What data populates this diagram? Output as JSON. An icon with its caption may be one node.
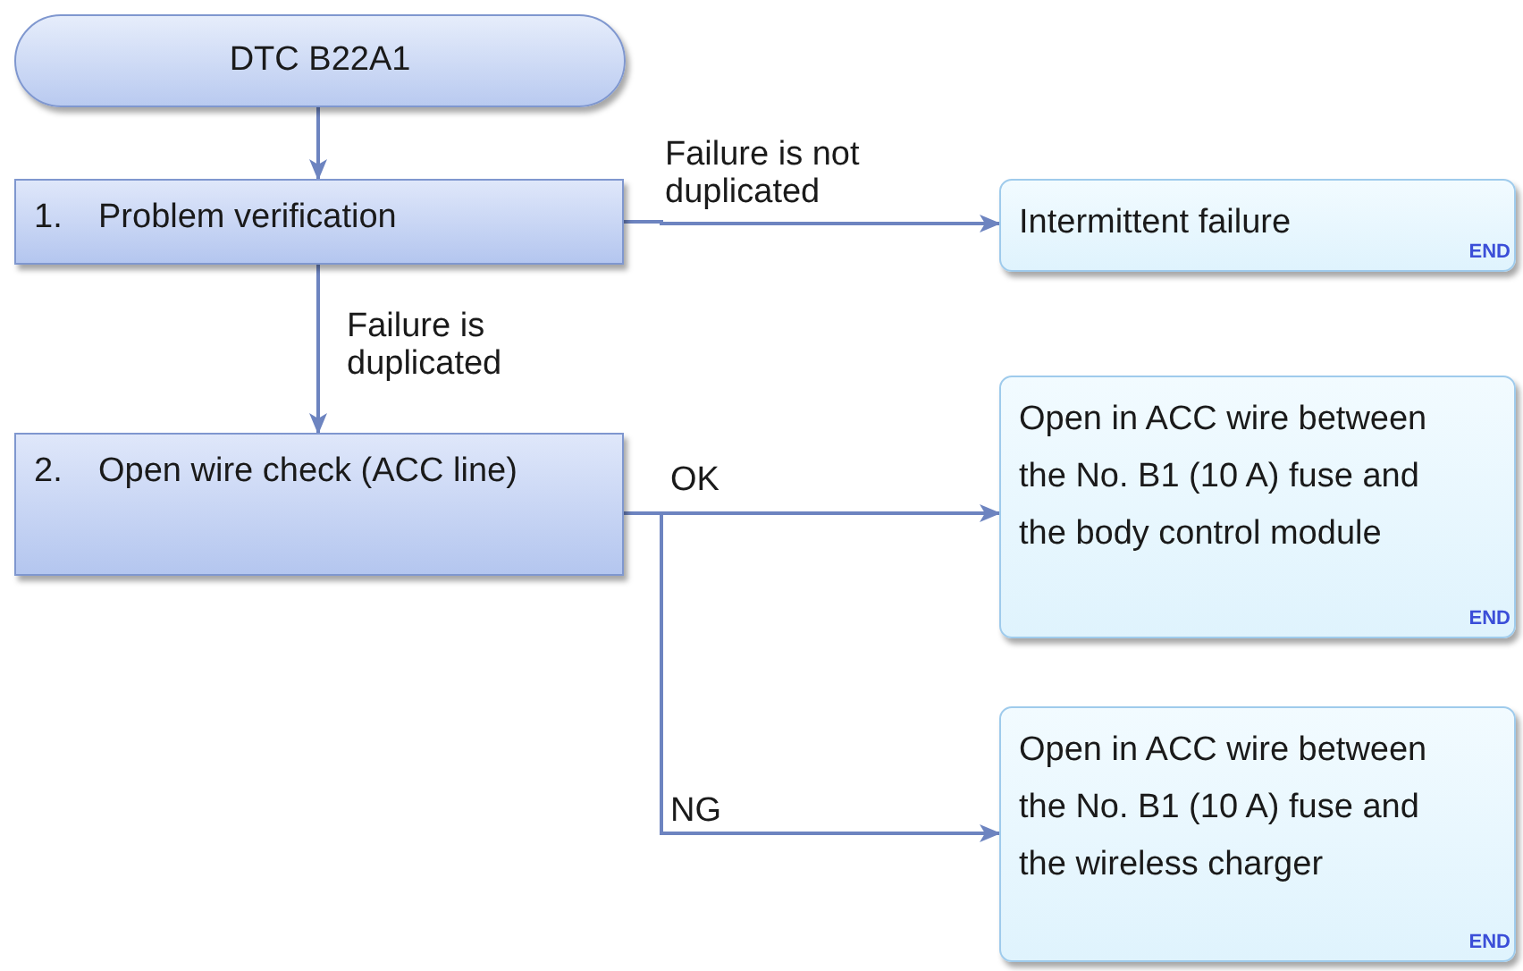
{
  "diagram": {
    "nodes": [
      {
        "text": [
          "DTC B22A1"
        ]
      },
      {
        "text": [
          "1.",
          "Problem verification"
        ]
      },
      {
        "text": [
          "2.",
          "Open wire check (ACC line)"
        ]
      },
      {
        "text": [
          "Intermittent failure",
          "END"
        ]
      },
      {
        "text": [
          "Open in ACC wire between the No. B1 (10 A) fuse and the body control module",
          "END"
        ]
      },
      {
        "text": [
          "Open in ACC wire between the No. B1 (10 A) fuse and the wireless charger",
          "END"
        ]
      }
    ],
    "edges": [
      {
        "from": 0,
        "to": 1,
        "arrow": "to"
      },
      {
        "from": 1,
        "to": 3,
        "arrow": "to",
        "label": "Failure is not duplicated"
      },
      {
        "from": 1,
        "to": 2,
        "arrow": "to",
        "label": "Failure is duplicated"
      },
      {
        "from": 2,
        "to": 4,
        "arrow": "to",
        "label": "OK"
      },
      {
        "from": 2,
        "to": 5,
        "arrow": "to",
        "label": "NG"
      }
    ]
  }
}
